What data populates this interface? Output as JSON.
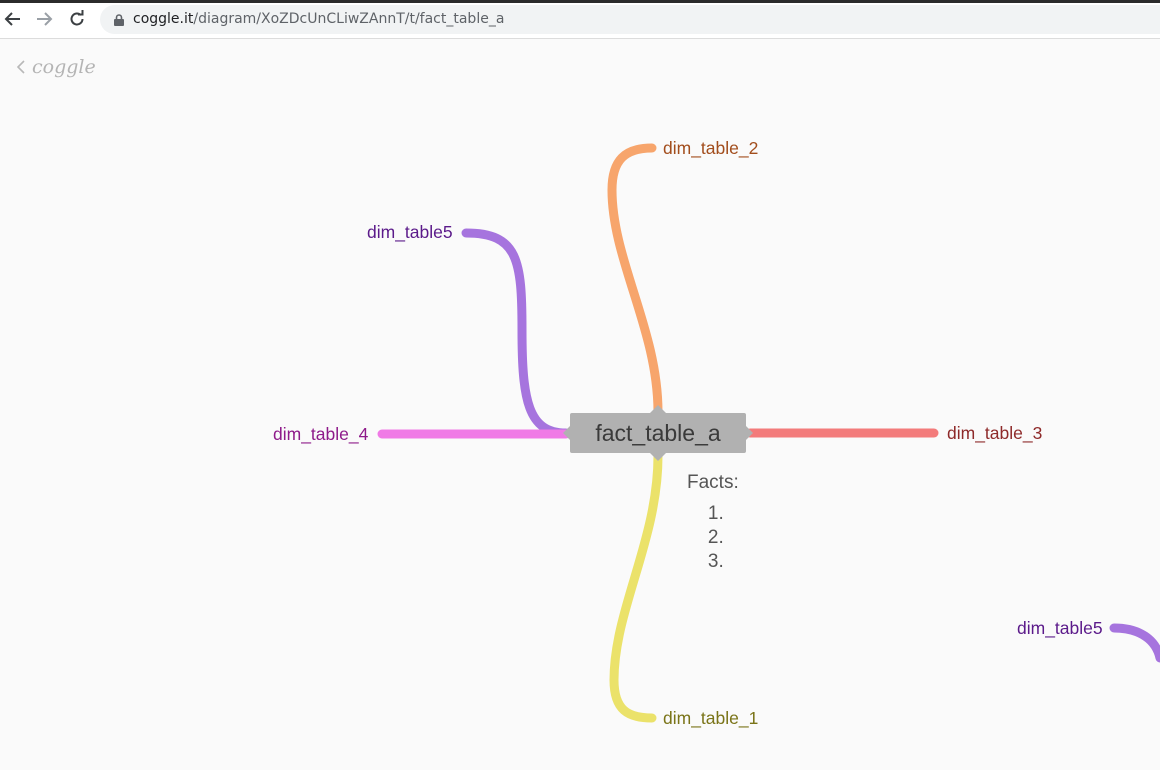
{
  "browser": {
    "url_host": "coggle.it",
    "url_path": "/diagram/XoZDcUnCLiwZAnnT/t/fact_table_a"
  },
  "app": {
    "logo_text": "coggle"
  },
  "mindmap": {
    "central_node": "fact_table_a",
    "note_heading": "Facts:",
    "note_items": [
      "",
      "",
      ""
    ],
    "nodes": [
      {
        "label": "dim_table_2",
        "color": "#f7a56c",
        "text_color": "#a24d1c"
      },
      {
        "label": "dim_table5",
        "color": "#a674de",
        "text_color": "#5b1a8a"
      },
      {
        "label": "dim_table_4",
        "color": "#f07ae6",
        "text_color": "#8e1a8a"
      },
      {
        "label": "dim_table_3",
        "color": "#f37b7b",
        "text_color": "#8e2a2a"
      },
      {
        "label": "dim_table_1",
        "color": "#ebe26a",
        "text_color": "#7a7418"
      },
      {
        "label": "dim_table5",
        "color": "#a674de",
        "text_color": "#5b1a8a"
      }
    ]
  }
}
